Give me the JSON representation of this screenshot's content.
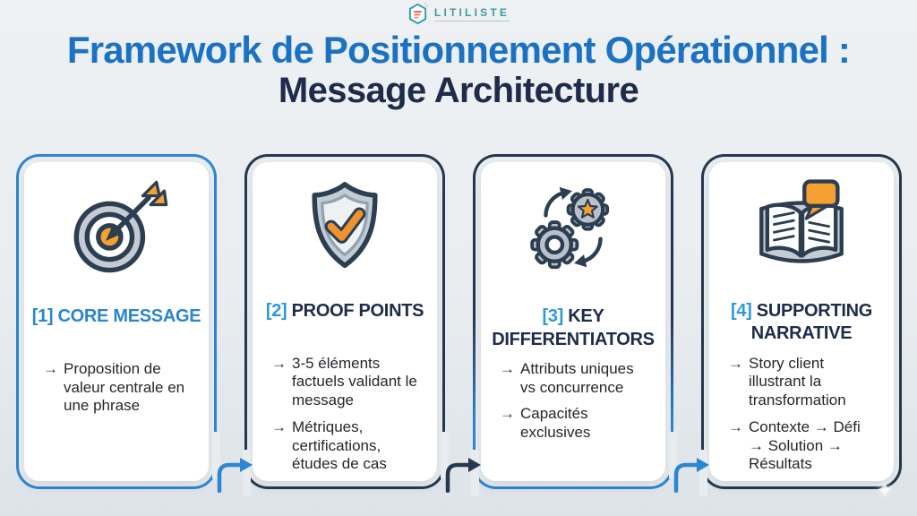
{
  "logo": {
    "text": "LITILISTE",
    "icon": "hexagon-logo-icon",
    "color": "#3f9aa0"
  },
  "header": {
    "title_line1": "Framework de Positionnement Opérationnel :",
    "title_line2": "Message Architecture"
  },
  "cards": [
    {
      "number": "[1]",
      "title": "CORE MESSAGE",
      "icon": "target-arrow-icon",
      "border_color": "#2e86d1",
      "bullets": [
        "Proposition de valeur centrale en une phrase"
      ]
    },
    {
      "number": "[2]",
      "title": "PROOF POINTS",
      "icon": "shield-check-icon",
      "border_color": "#24384f",
      "bullets": [
        "3-5 éléments factuels validant le message",
        "Métriques, certifications, études de cas"
      ]
    },
    {
      "number": "[3]",
      "title": "KEY DIFFERENTIATORS",
      "icon": "gears-sync-icon",
      "border_color_top": "#24384f",
      "border_color_bottom": "#2e86d1",
      "bullets": [
        "Attributs uniques vs concurrence",
        "Capacités exclusives"
      ]
    },
    {
      "number": "[4]",
      "title": "SUPPORTING NARRATIVE",
      "icon": "open-book-speech-icon",
      "border_color": "#24384f",
      "bullets": [
        "Story client illustrant la transformation",
        "Contexte → Défi → Solution → Résultats"
      ]
    }
  ],
  "bullet_marker": "→",
  "arrows": [
    {
      "direction": "right",
      "color": "#2e86d1"
    },
    {
      "direction": "right",
      "color": "#24384f"
    },
    {
      "direction": "right",
      "color": "#2e86d1"
    }
  ],
  "decor": {
    "sparkle": "✦"
  },
  "colors": {
    "background": "#e9edf0",
    "card_bg": "#ffffff",
    "title_blue": "#1b72c5",
    "title_navy": "#1e2b49",
    "number_blue": "#2b9bd8",
    "accent_blue": "#2e86d1",
    "navy": "#24384f",
    "orange": "#f5a033",
    "icon_gray": "#c3ccd5",
    "logo_teal": "#3f9aa0"
  }
}
